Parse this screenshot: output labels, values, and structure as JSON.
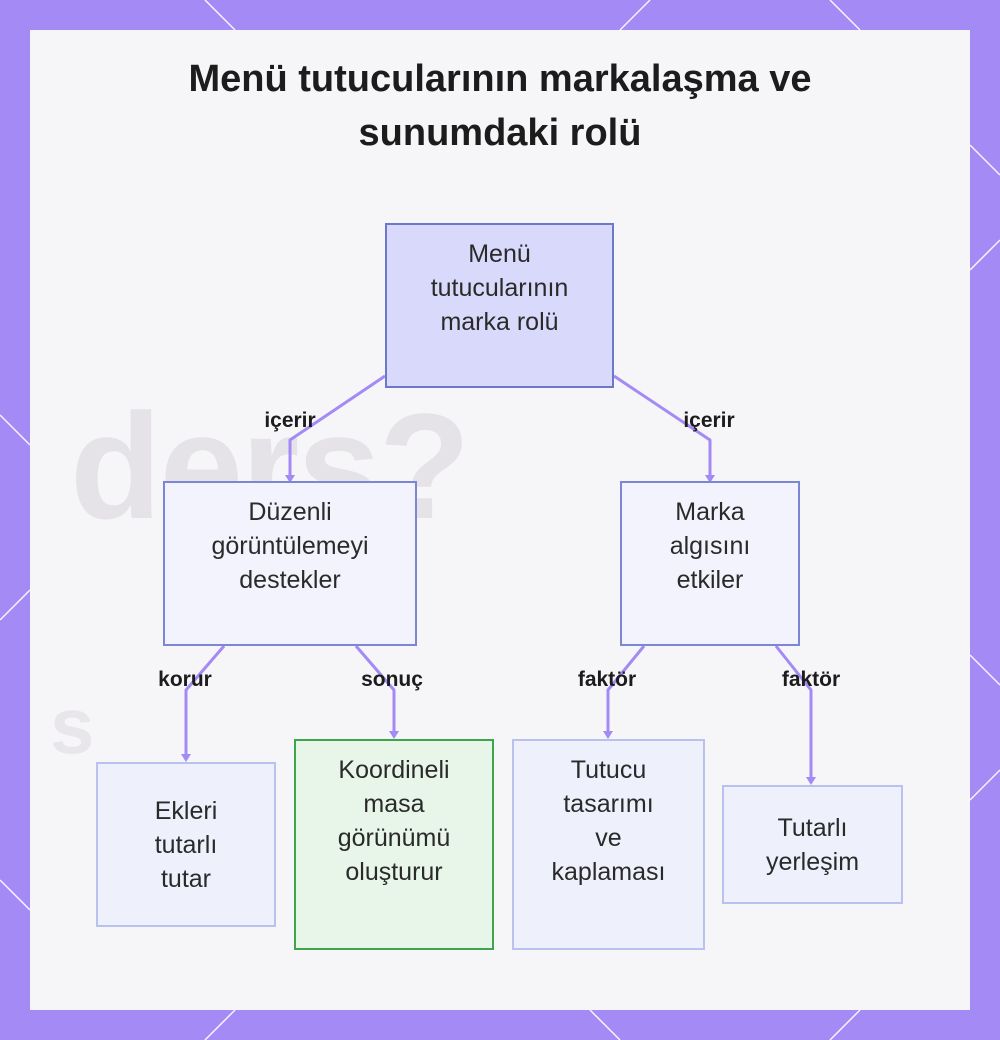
{
  "title": "Menü tutucularının markalaşma ve sunumdaki rolü",
  "colors": {
    "frame": "#a48af5",
    "panel": "#f6f5f7",
    "edge": "#a48af5",
    "root_fill": "#d9dafb",
    "root_border": "#6b79cc",
    "mid_fill": "#f2f3fc",
    "mid_border": "#7b87d6",
    "leaf_fill": "#eef0fb",
    "leaf_border": "#b9c1ef",
    "highlight_fill": "#e8f5e9",
    "highlight_border": "#3da64d"
  },
  "nodes": {
    "root": "Menü\ntutucularının\nmarka rolü",
    "supports_display": "Düzenli\ngörüntülemeyi\ndestekler",
    "affects_perception": "Marka\nalgısını\netkiler",
    "keeps_inserts": "Ekleri\ntutarlı\ntutar",
    "coordinated_look": "Koordineli\nmasa\ngörünümü\noluşturur",
    "holder_design": "Tutucu\ntasarımı\nve\nkaplaması",
    "consistent_placement": "Tutarlı\nyerleşim"
  },
  "edge_labels": {
    "root_left": "içerir",
    "root_right": "içerir",
    "left_a": "korur",
    "left_b": "sonuç",
    "right_c": "faktör",
    "right_d": "faktör"
  }
}
